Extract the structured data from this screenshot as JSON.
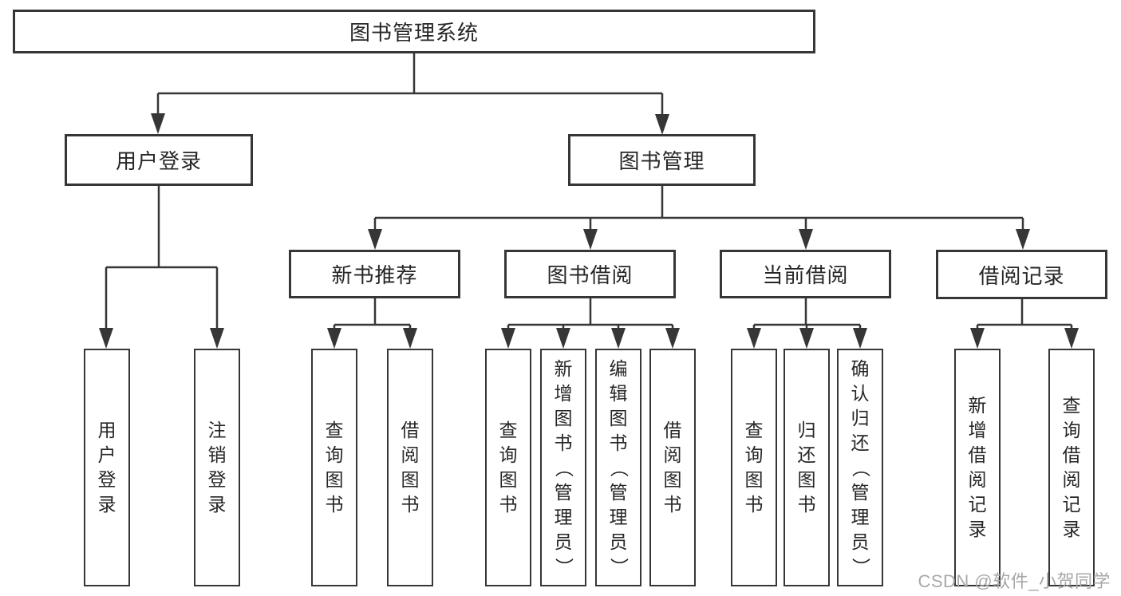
{
  "diagram": {
    "type": "hierarchy-tree",
    "orientation": "top-down"
  },
  "colors": {
    "background": "#ffffff",
    "box_border": "#363636",
    "connector_line": "#363636",
    "box_text": "#262626",
    "watermark_text": "#a8a8a8"
  },
  "tree": {
    "label": "图书管理系统",
    "children": [
      {
        "label": "用户登录",
        "children": [
          {
            "label": "用户登录"
          },
          {
            "label": "注销登录"
          }
        ]
      },
      {
        "label": "图书管理",
        "children": [
          {
            "label": "新书推荐",
            "children": [
              {
                "label": "查询图书"
              },
              {
                "label": "借阅图书"
              }
            ]
          },
          {
            "label": "图书借阅",
            "children": [
              {
                "label": "查询图书"
              },
              {
                "label": "新增图书（管理员）"
              },
              {
                "label": "编辑图书（管理员）"
              },
              {
                "label": "借阅图书"
              }
            ]
          },
          {
            "label": "当前借阅",
            "children": [
              {
                "label": "查询图书"
              },
              {
                "label": "归还图书"
              },
              {
                "label": "确认归还（管理员）"
              }
            ]
          },
          {
            "label": "借阅记录",
            "children": [
              {
                "label": "新增借阅记录"
              },
              {
                "label": "查询借阅记录"
              }
            ]
          }
        ]
      }
    ]
  },
  "watermark": {
    "text": "CSDN @软件_小贺同学"
  }
}
